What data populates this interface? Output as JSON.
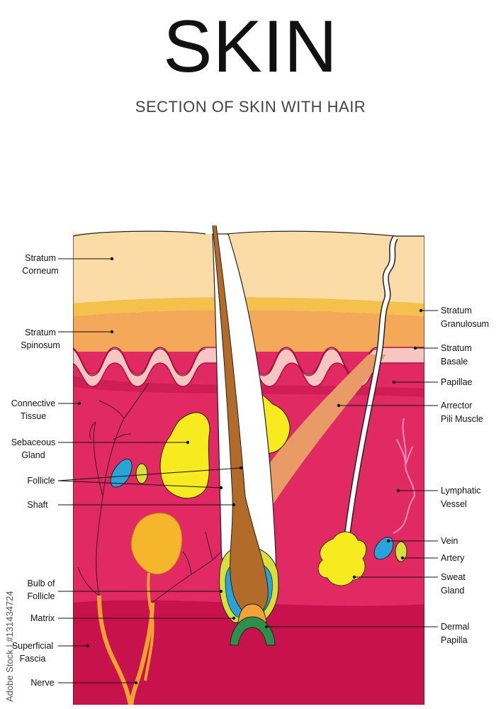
{
  "title": "SKIN",
  "subtitle": "SECTION OF SKIN WITH HAIR",
  "watermark": "Adobe Stock | #131434724",
  "labels_left": {
    "stratum_corneum": [
      "Stratum",
      "Corneum"
    ],
    "stratum_spinosum": [
      "Stratum",
      "Spinosum"
    ],
    "connective_tissue": [
      "Connective",
      "Tissue"
    ],
    "sebaceous_gland": [
      "Sebaceous",
      "Gland"
    ],
    "follicle": [
      "Follicle"
    ],
    "shaft": [
      "Shaft"
    ],
    "bulb_of_follicle": [
      "Bulb of",
      "Follicle"
    ],
    "matrix": [
      "Matrix"
    ],
    "superficial_fascia": [
      "Superficial",
      "Fascia"
    ],
    "nerve": [
      "Nerve"
    ]
  },
  "labels_right": {
    "stratum_granulosum": [
      "Stratum",
      "Granulosum"
    ],
    "stratum_basale": [
      "Stratum",
      "Basale"
    ],
    "papillae": [
      "Papillae"
    ],
    "arrector_pili_muscle": [
      "Arrector",
      "Pili Muscle"
    ],
    "lymphatic_vessel": [
      "Lymphatic",
      "Vessel"
    ],
    "vein": [
      "Vein"
    ],
    "artery": [
      "Artery"
    ],
    "sweat_gland": [
      "Sweat",
      "Gland"
    ],
    "dermal_papilla": [
      "Dermal",
      "Papilla"
    ]
  },
  "colors": {
    "corneum": "#fcdca6",
    "granulosum": "#f4c14c",
    "spinosum": "#f3a85a",
    "basale": "#f7c6c0",
    "dermis": "#e12a63",
    "hypodermis": "#c8124e",
    "sebaceous": "#f7ea1e",
    "hair": "#b36b2a",
    "vein": "#2aa3d9",
    "artery": "#d7df3a",
    "nerve": "#f0a330",
    "arrector": "#e89b66",
    "dermal_papilla_outer": "#f4a13a",
    "dermal_papilla_inner": "#2e8f4a",
    "lymphatic": "#f08fb8"
  }
}
